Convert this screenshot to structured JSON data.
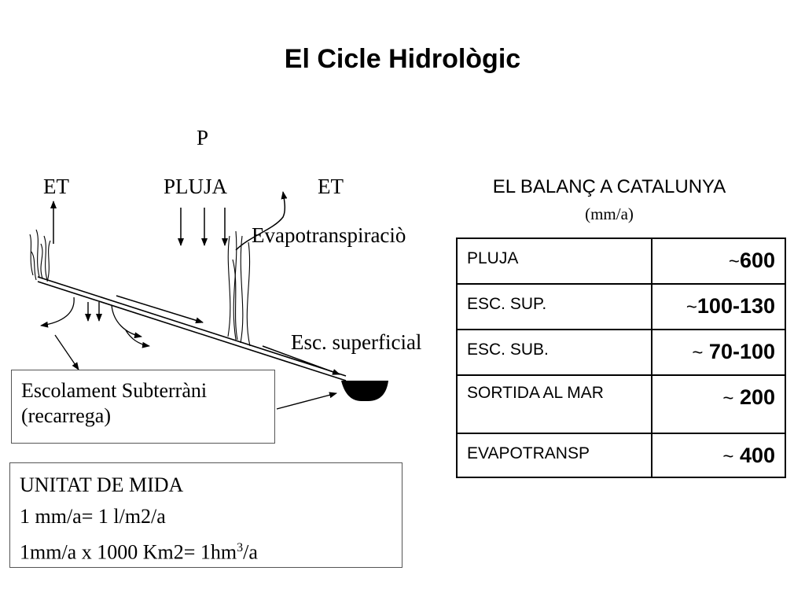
{
  "title": "El Cicle Hidrològic",
  "diagram": {
    "p_label": "P",
    "et_left": "ET",
    "pluja_label": "PLUJA",
    "et_right": "ET",
    "evapo_label": "Evapotranspiraciò",
    "esc_sup_label": "Esc. superficial"
  },
  "recharge_box": {
    "line1": "Escolament Subterràni",
    "line2": "(recarrega)"
  },
  "units_box": {
    "line1": "UNITAT DE MIDA",
    "line2": "1 mm/a= 1 l/m2/a",
    "line3_a": "1mm/a x 1000 Km2= 1hm",
    "line3_sup": "3",
    "line3_b": "/a"
  },
  "balance": {
    "title": "EL BALANÇ A CATALUNYA",
    "unit": "(mm/a)",
    "rows": [
      {
        "label": "PLUJA",
        "tilde": "~",
        "value": "600"
      },
      {
        "label": "ESC. SUP.",
        "tilde": "~",
        "value": "100-130"
      },
      {
        "label": "ESC. SUB.",
        "tilde": "~",
        "value": " 70-100"
      },
      {
        "label": "SORTIDA AL MAR",
        "tilde": "~",
        "value": " 200"
      },
      {
        "label": "EVAPOTRANSP",
        "tilde": "~",
        "value": " 400"
      }
    ]
  }
}
